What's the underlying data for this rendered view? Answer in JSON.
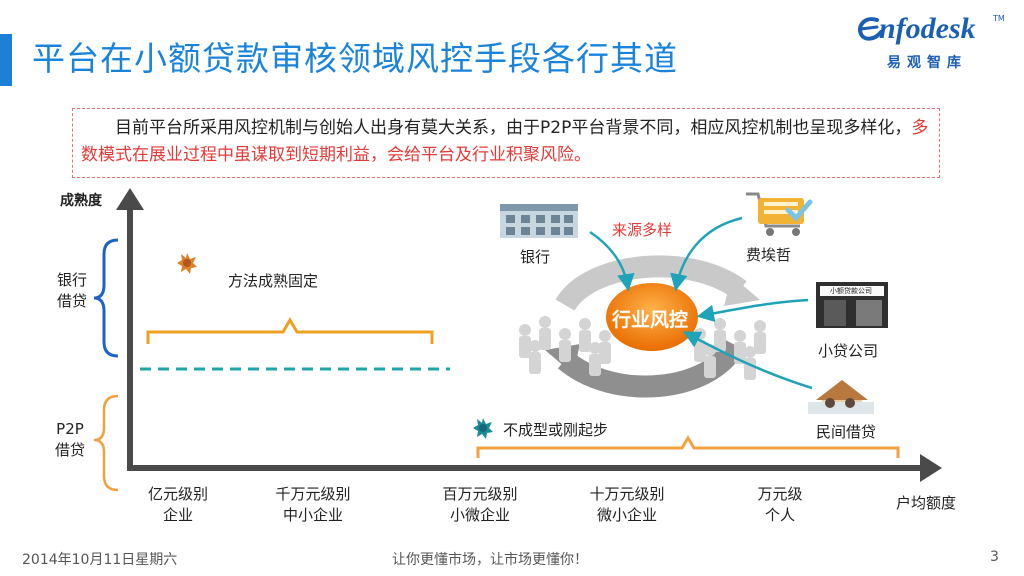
{
  "header": {
    "title": "平台在小额贷款审核领域风控手段各行其道",
    "logo_main": "nfodesk",
    "logo_sub": "易观智库",
    "logo_tm": "TM"
  },
  "note": {
    "text_plain": "目前平台所采用风控机制与创始人出身有莫大关系，由于P2P平台背景不同，相应风控机制也呈现多样化，",
    "text_red": "多数模式在展业过程中虽谋取到短期利益，会给平台及行业积聚风险。"
  },
  "axes": {
    "y_label": "成熟度",
    "x_label": "户均额度",
    "x_ticks": [
      {
        "line1": "亿元级别",
        "line2": "企业"
      },
      {
        "line1": "千万元级别",
        "line2": "中小企业"
      },
      {
        "line1": "百万元级别",
        "line2": "小微企业"
      },
      {
        "line1": "十万元级别",
        "line2": "微小企业"
      },
      {
        "line1": "万元级",
        "line2": "个人"
      }
    ]
  },
  "groups": {
    "bank_loan": {
      "line1": "银行",
      "line2": "借贷"
    },
    "p2p_loan": {
      "line1": "P2P",
      "line2": "借贷"
    }
  },
  "annotations": {
    "mature": "方法成熟固定",
    "immature": "不成型或刚起步"
  },
  "sources": {
    "center": "行业风控",
    "caption": "来源多样",
    "bank": "银行",
    "fico": "费埃哲",
    "microloan": "小贷公司",
    "private": "民间借贷",
    "sign": "小额贷款公司"
  },
  "footer": {
    "date": "2014年10月11日星期六",
    "slogan": "让你更懂市场，让市场更懂你！",
    "page": "3"
  },
  "colors": {
    "title_blue": "#1a84dc",
    "axis_gray": "#4a4a4a",
    "brace_blue": "#1e64c8",
    "brace_orange": "#f2a040",
    "bracket_gold": "#f0a020",
    "teal_dash": "#1ea7a7",
    "center_orange": "#f57c00",
    "arrow_teal": "#1fa3b8",
    "red_text": "#e53935"
  }
}
